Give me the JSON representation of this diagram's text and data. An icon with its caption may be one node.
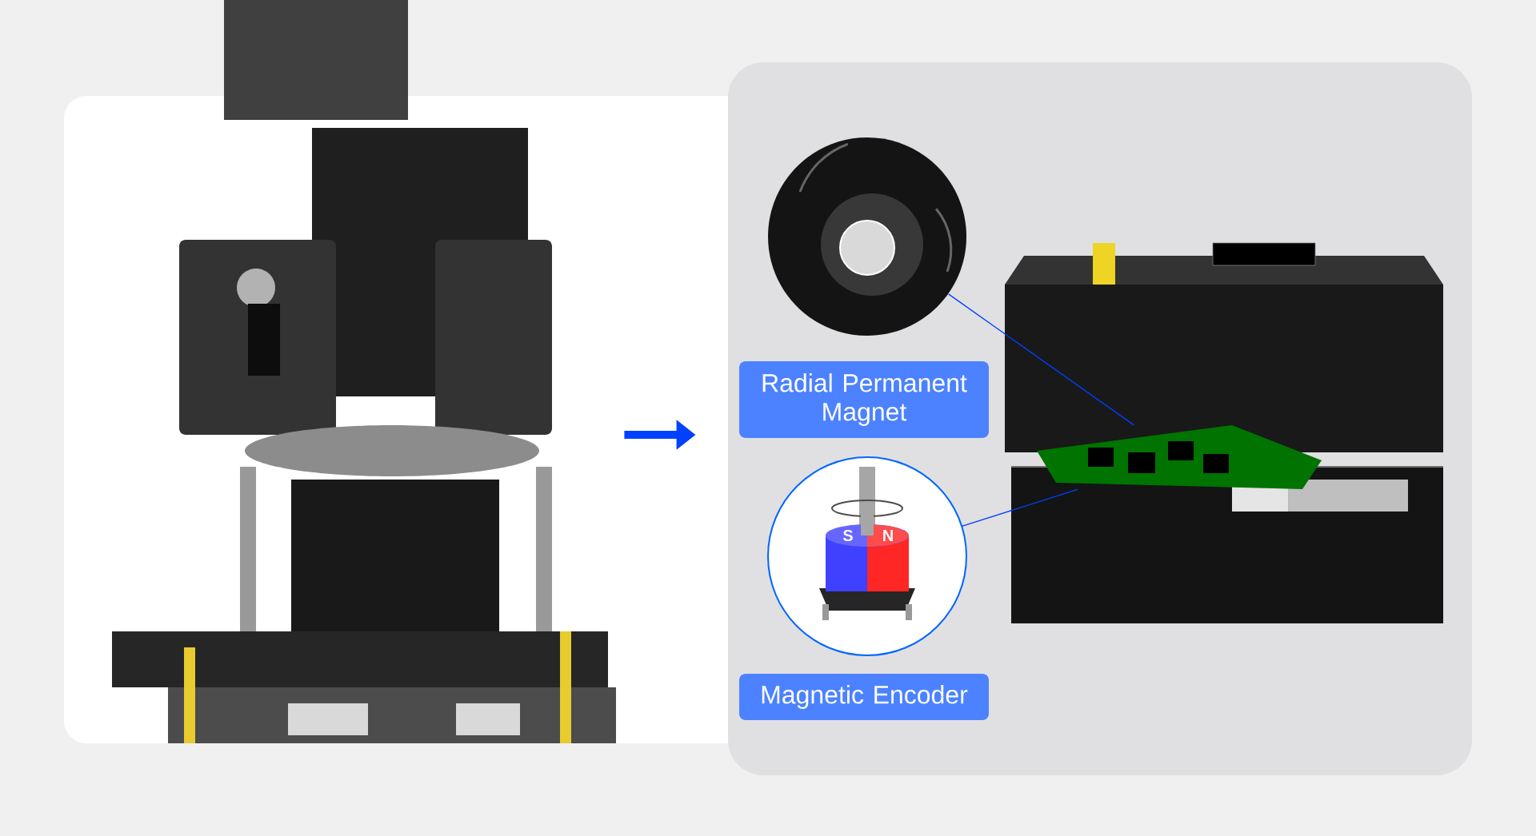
{
  "diagram": {
    "nodes": [
      {
        "text": [],
        "shape": "picture"
      },
      {
        "text": [],
        "shape": "box"
      },
      {
        "text": [],
        "shape": "picture",
        "in": 1
      },
      {
        "text": [
          "Radial Permanent Magnet"
        ],
        "in": 1
      },
      {
        "text": [],
        "shape": "picture",
        "in": 1
      },
      {
        "text": [
          "Magnetic Encoder"
        ],
        "in": 1
      },
      {
        "text": [],
        "shape": "picture",
        "in": 1
      },
      {
        "text": [],
        "shape": "picture",
        "in": 6
      }
    ],
    "edges": [
      {
        "from": 0,
        "to": 1,
        "arrow": "to",
        "style": "thick"
      },
      {
        "from": 2,
        "to": 7,
        "arrow": "none"
      },
      {
        "from": 4,
        "to": 7,
        "arrow": "none"
      }
    ],
    "labels": [
      "S",
      "N"
    ]
  }
}
